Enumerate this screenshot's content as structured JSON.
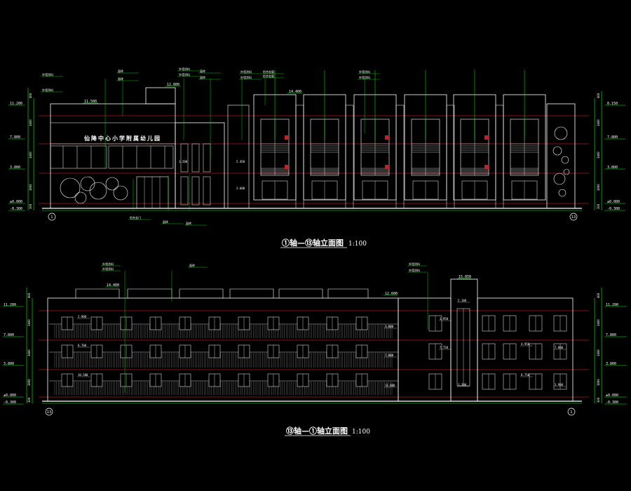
{
  "drawing": {
    "colors": {
      "background": "#000000",
      "outline": "#ffffff",
      "floor_line": "#ff2a2a",
      "leader": "#00ff00",
      "dim": "#00ff00",
      "detail": "#cccccc"
    }
  },
  "upper_view": {
    "title": "①轴—⑬轴立面图",
    "scale": "1:100",
    "sign_text": "仙降中心小学附属幼儿园",
    "axis_left": "1",
    "axis_right": "13",
    "elevations_left": [
      "11.200",
      "7.800",
      "3.800",
      "±0.000",
      "-0.300"
    ],
    "elevations_right": [
      "8.150",
      "7.800",
      "3.800",
      "±0.000",
      "-0.300"
    ],
    "roof_elevations": [
      "11.500",
      "12.800",
      "14.400"
    ],
    "dims_left": [
      "400",
      "3400",
      "3400",
      "3800",
      "300"
    ],
    "dims_right": [
      "400",
      "3400",
      "3400",
      "3800",
      "300"
    ],
    "dim_marks": [
      "5.450",
      "3.600",
      "1.200"
    ],
    "annotations": [
      "外墙涂料",
      "外墙涂料",
      "面砖",
      "面砖",
      "外墙涂料",
      "外墙涂料",
      "面砖",
      "面砖",
      "外墙涂料",
      "外墙涂料",
      "铝合金窗",
      "铝合金窗",
      "外墙涂料",
      "外墙涂料",
      "铝合金门",
      "面砖",
      "面砖"
    ]
  },
  "lower_view": {
    "title": "⑬轴—①轴立面图",
    "scale": "1:100",
    "axis_left": "13",
    "axis_right": "1",
    "elevations_left": [
      "11.200",
      "7.800",
      "3.800",
      "±0.000",
      "-0.300"
    ],
    "elevations_right": [
      "11.200",
      "7.800",
      "3.800",
      "±0.000",
      "-0.300"
    ],
    "roof_elevations": [
      "14.400",
      "15.850",
      "12.600"
    ],
    "dims_left": [
      "400",
      "3400",
      "3400",
      "3800",
      "300"
    ],
    "dims_right": [
      "400",
      "3400",
      "3400",
      "3800",
      "300"
    ],
    "floor_marks": [
      "2.900",
      "6.700",
      "10.500",
      "3.000",
      "7.000",
      "11.000",
      "3.950",
      "7.750",
      "5.100",
      "1.300",
      "4.950",
      "8.750",
      "3.900",
      "7.800"
    ],
    "annotations": [
      "外墙涂料",
      "外墙涂料",
      "面砖",
      "外墙涂料",
      "外墙涂料"
    ]
  }
}
